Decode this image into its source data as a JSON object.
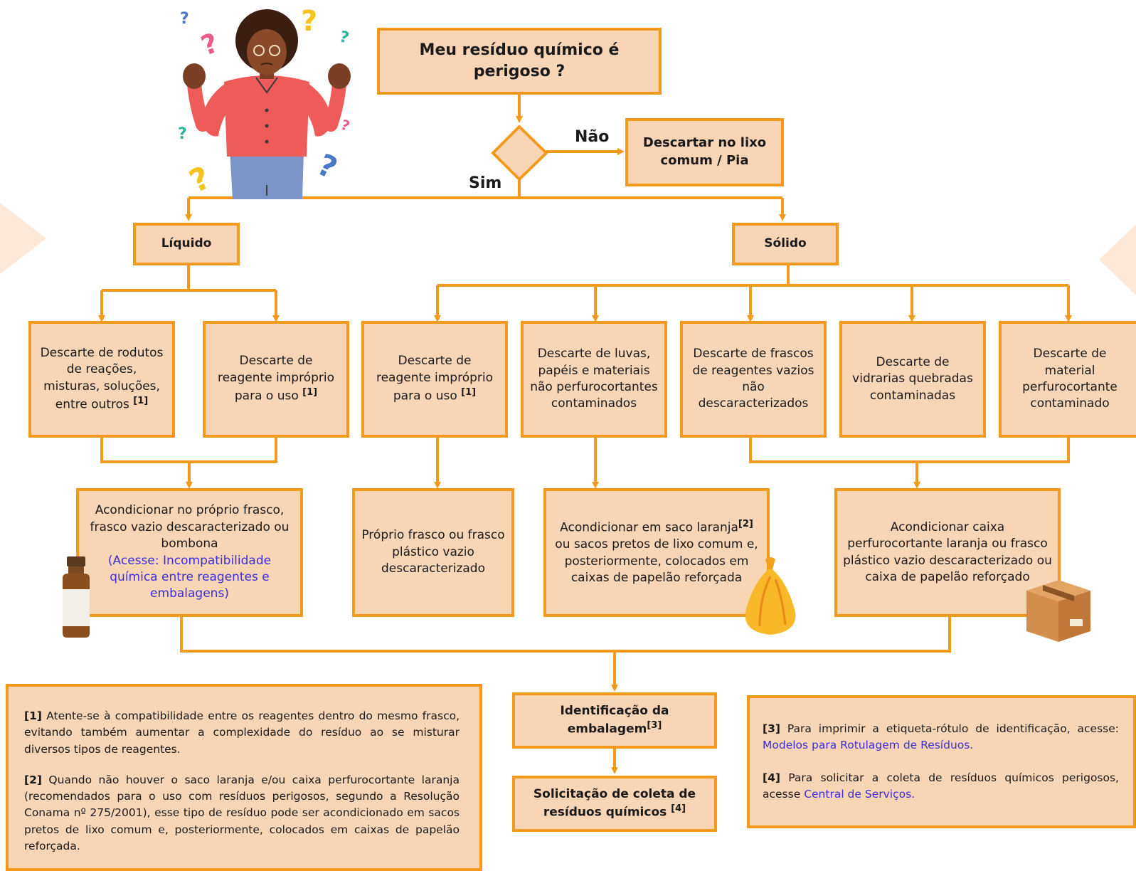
{
  "colors": {
    "accent": "#f39a1d",
    "box_fill": "#f8d5b5",
    "link": "#3a2fd6"
  },
  "top": {
    "question": "Meu resíduo químico é perigoso ?",
    "no_label": "Não",
    "yes_label": "Sim",
    "no_action": "Descartar no lixo comum / Pia"
  },
  "liquid": {
    "title": "Líquido",
    "item1": "Descarte de rodutos de reações, misturas, soluções, entre outros",
    "item2": "Descarte de reagente impróprio para o uso",
    "container_text": "Acondicionar no próprio frasco, frasco vazio descaracterizado ou bombona",
    "container_link": "(Acesse: Incompatibilidade química entre reagentes e embalagens)"
  },
  "solid": {
    "title": "Sólido",
    "item1": "Descarte de reagente impróprio para o uso",
    "item2": "Descarte de luvas, papéis e materiais não perfurocortantes contaminados",
    "item3": "Descarte de frascos de reagentes vazios não descaracterizados",
    "item4": "Descarte de vidrarias quebradas contaminadas",
    "item5": "Descarte de material perfurocortante contaminado",
    "container1": "Próprio frasco ou frasco plástico vazio descaracterizado",
    "container2_a": "Acondicionar em saco laranja",
    "container2_b": "ou sacos pretos de lixo comum e, posteriormente, colocados em caixas de papelão reforçada",
    "container3": "Acondicionar caixa perfurocortante laranja ou frasco plástico vazio descaracterizado ou caixa de papelão reforçado"
  },
  "refs": {
    "r1": "[1]",
    "r2": "[2]",
    "r3": "[3]",
    "r4": "[4]"
  },
  "final": {
    "identification": "Identificação da embalagem",
    "collection": "Solicitação de coleta de resíduos químicos"
  },
  "notes": {
    "n1_ref": "[1]",
    "n1_text": "Atente-se à compatibilidade entre os reagentes dentro do mesmo frasco, evitando também aumentar a complexidade do resíduo ao se misturar diversos tipos de reagentes.",
    "n2_ref": "[2]",
    "n2_text": "Quando não houver o saco laranja e/ou caixa perfurocortante laranja (recomendados para o uso com resíduos perigosos, segundo a Resolução Conama nº 275/2001), esse tipo de resíduo pode ser acondicionado em sacos pretos de lixo comum e, posteriormente, colocados em caixas de papelão reforçada.",
    "n3_ref": "[3]",
    "n3_text": "Para imprimir a etiqueta-rótulo de identificação, acesse:",
    "n3_link": "Modelos para Rotulagem de Resíduos.",
    "n4_ref": "[4]",
    "n4_text": "Para solicitar a coleta de resíduos químicos perigosos, acesse",
    "n4_link": "Central de Serviços."
  },
  "icons": [
    "confused-person-icon",
    "reagent-bottle-icon",
    "orange-bag-icon",
    "cardboard-box-icon",
    "question-mark-icon"
  ]
}
